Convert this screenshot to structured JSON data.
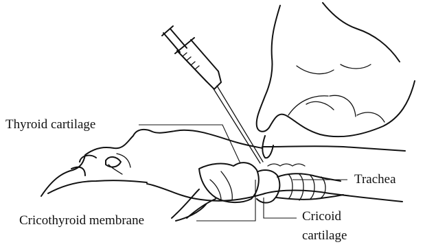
{
  "labels": {
    "thyroid_cartilage": "Thyroid cartilage",
    "trachea": "Trachea",
    "cricothyroid_membrane": "Cricothyroid  membrane",
    "cricoid_line1": "Cricoid",
    "cricoid_line2": "cartilage"
  },
  "colors": {
    "ink": "#111111",
    "background": "#ffffff"
  }
}
